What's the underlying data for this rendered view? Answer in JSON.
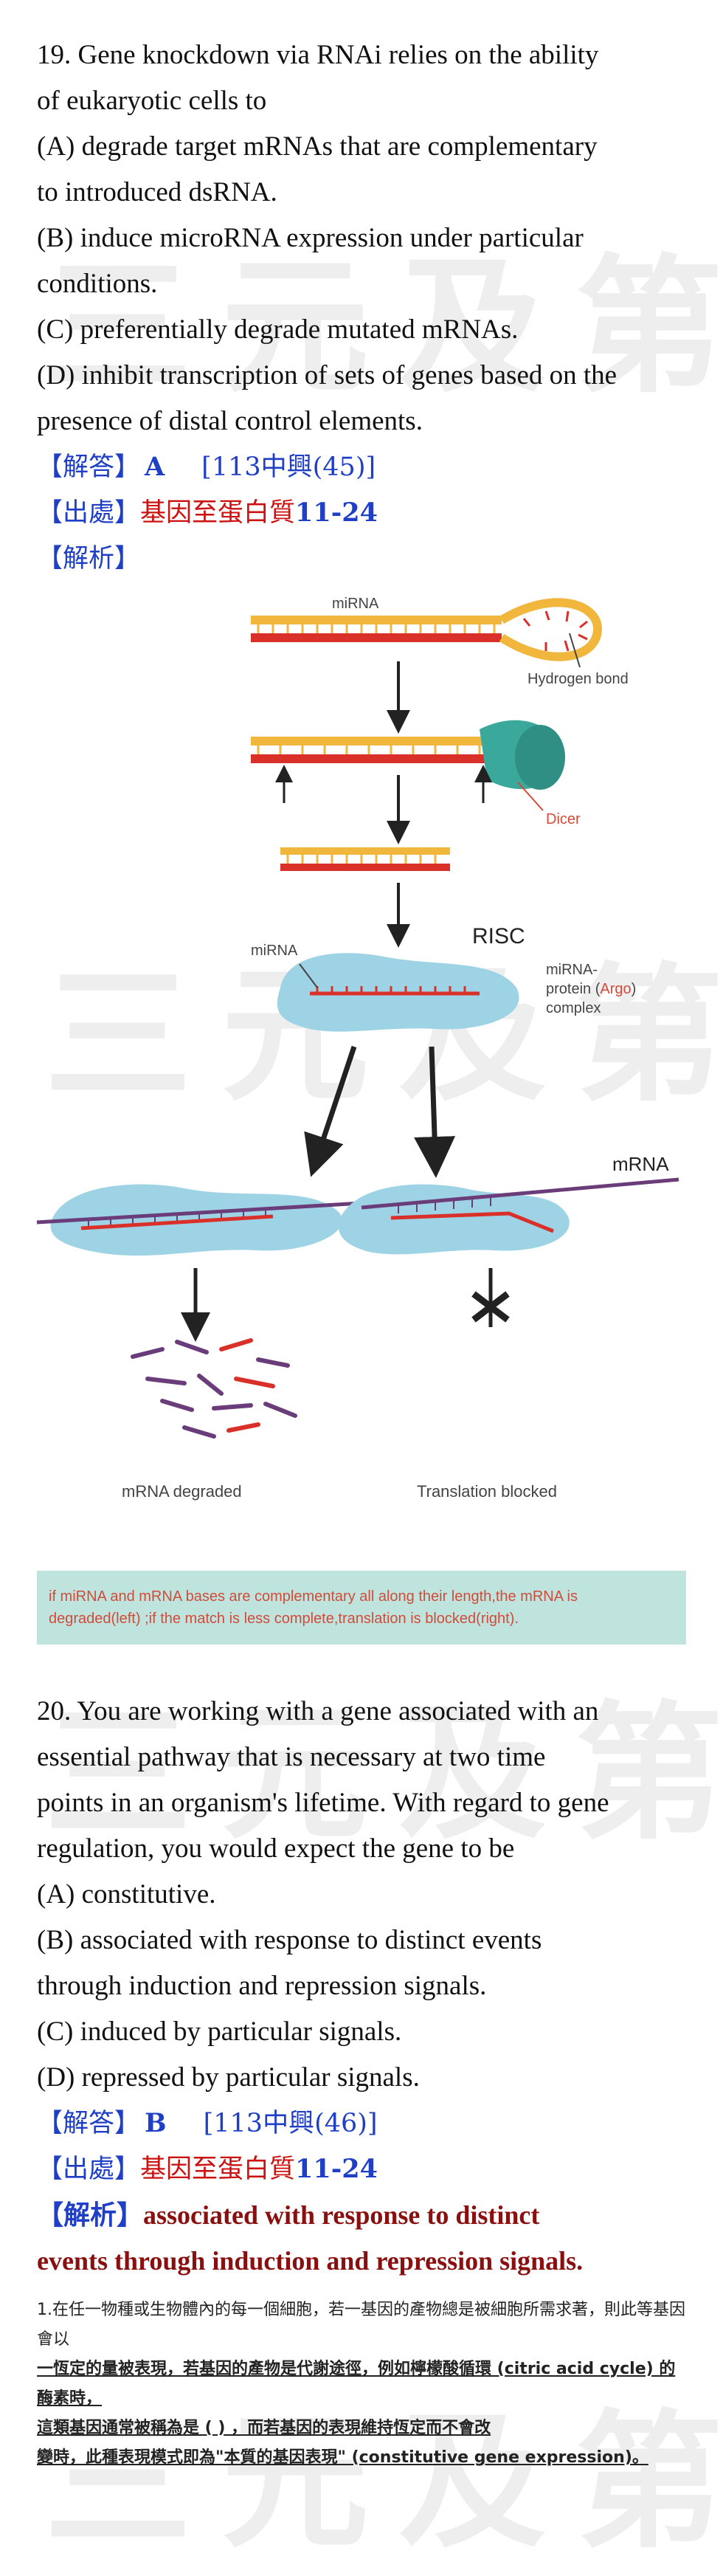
{
  "watermark": "三元及第",
  "q19": {
    "lines": [
      "19. Gene knockdown via RNAi relies on the ability",
      "of eukaryotic cells to",
      "(A) degrade target mRNAs that are complementary",
      "to introduced dsRNA.",
      "(B) induce microRNA expression under particular",
      "conditions.",
      "(C) preferentially degrade mutated mRNAs.",
      "(D) inhibit transcription of sets of genes based on the",
      "presence of distal control elements."
    ],
    "answer_tag": "【解答】",
    "answer": "A",
    "source": "[113中興(45)]",
    "origin_tag": "【出處】",
    "origin_text": "基因至蛋白質",
    "origin_chapter": "11-24",
    "analysis_tag": "【解析】"
  },
  "figure": {
    "labels": {
      "mirna_top": "miRNA",
      "hydrogen_bond": "Hydrogen bond",
      "dicer": "Dicer",
      "risc": "RISC",
      "mirna_mid": "miRNA",
      "complex_1": "miRNA-",
      "complex_2a": "protein (",
      "complex_2b": "Argo",
      "complex_2c": ")",
      "complex_3": "complex",
      "mrna": "mRNA",
      "degraded": "mRNA degraded",
      "blocked": "Translation blocked"
    },
    "caption_1": "if miRNA and mRNA bases are complementary all along their length,the mRNA is",
    "caption_2": "degraded(left) ;if the match is less complete,translation is blocked(right).",
    "colors": {
      "strand_red": "#d9302a",
      "strand_yellow": "#f1b63c",
      "risc_blue": "#9ed3e6",
      "dicer_teal": "#3aa89a",
      "mrna_purple": "#6a3d7a"
    }
  },
  "q20": {
    "lines": [
      "20. You are working with a gene associated with an",
      "essential pathway that is necessary at two time",
      "points in an organism's lifetime. With regard to gene",
      "regulation, you would expect the gene to be",
      "(A) constitutive.",
      "(B) associated with response to distinct events",
      "through induction and repression signals.",
      "(C) induced by particular signals.",
      "(D) repressed by particular signals."
    ],
    "answer_tag": "【解答】",
    "answer": "B",
    "source": "[113中興(46)]",
    "origin_tag": "【出處】",
    "origin_text": "基因至蛋白質",
    "origin_chapter": "11-24",
    "analysis_tag": "【解析】",
    "analysis_1": "associated with response to distinct",
    "analysis_2": "events through induction and repression signals.",
    "note_1": "1.在任一物種或生物體內的每一個細胞，若一基因的產物總是被細胞所需求著，則此等基因會以",
    "note_2": "一恆定的量被表現，若基因的產物是代謝途徑，例如檸檬酸循環 (citric acid cycle) 的酶素時，",
    "note_3": "這類基因通常被稱為是 (                              ) ，而若基因的表現維持恆定而不會改",
    "note_4": "變時，此種表現模式即為\"本質的基因表現\" (constitutive gene expression)。"
  }
}
